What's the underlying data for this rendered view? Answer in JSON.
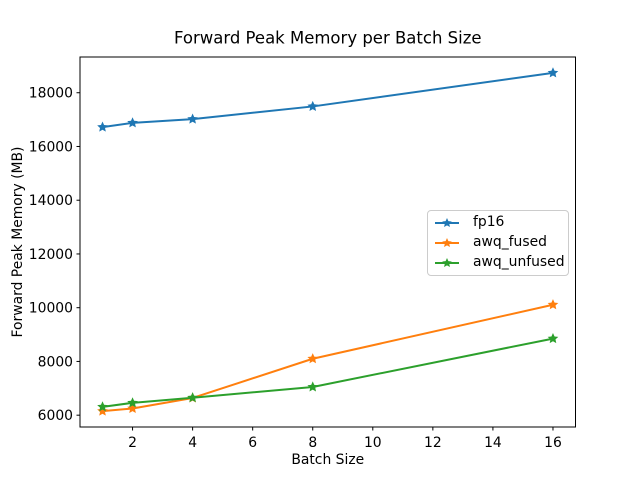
{
  "chart_data": {
    "type": "line",
    "title": "Forward Peak Memory per Batch Size",
    "xlabel": "Batch Size",
    "ylabel": "Forward Peak Memory (MB)",
    "x": [
      1,
      2,
      4,
      8,
      16
    ],
    "series": [
      {
        "name": "fp16",
        "color": "#1f77b4",
        "marker": "star",
        "values": [
          16720,
          16880,
          17020,
          17490,
          18740
        ]
      },
      {
        "name": "awq_fused",
        "color": "#ff7f0e",
        "marker": "star",
        "values": [
          6150,
          6250,
          6640,
          8100,
          10110
        ]
      },
      {
        "name": "awq_unfused",
        "color": "#2ca02c",
        "marker": "star",
        "values": [
          6310,
          6460,
          6650,
          7050,
          8850
        ]
      }
    ],
    "xlim": [
      0.25,
      16.75
    ],
    "ylim": [
      5560,
      19330
    ],
    "xticks": [
      2,
      4,
      6,
      8,
      10,
      12,
      14,
      16
    ],
    "yticks": [
      6000,
      8000,
      10000,
      12000,
      14000,
      16000,
      18000
    ],
    "grid": false,
    "legend_position": "center right",
    "axis_color": "#000000",
    "background": "#ffffff"
  }
}
